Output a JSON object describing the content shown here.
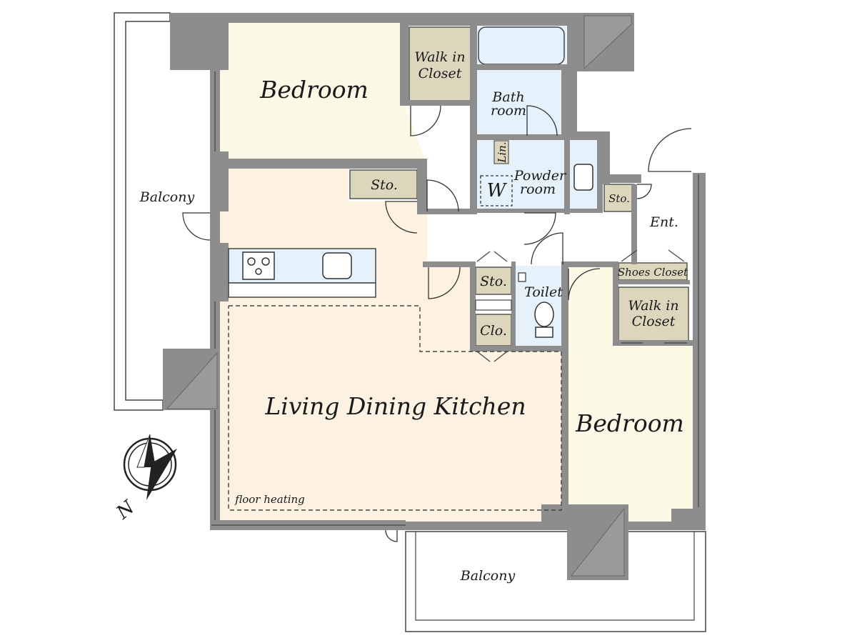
{
  "rooms": {
    "bedroom_north": "Bedroom",
    "bedroom_east": "Bedroom",
    "walk_in_closet_1_line1": "Walk in",
    "walk_in_closet_1_line2": "Closet",
    "walk_in_closet_2_line1": "Walk in",
    "walk_in_closet_2_line2": "Closet",
    "bathroom_line1": "Bath",
    "bathroom_line2": "room",
    "linen": "Lin.",
    "powder_line1": "Powder",
    "powder_line2": "room",
    "washer": "W",
    "storage_1": "Sto.",
    "storage_2": "Sto.",
    "storage_3": "Sto.",
    "entrance": "Ent.",
    "shoes_closet": "Shoes Closet",
    "toilet": "Toilet",
    "closet": "Clo.",
    "ldk": "Living Dining Kitchen",
    "floor_heating": "floor heating",
    "balcony_west": "Balcony",
    "balcony_south": "Balcony"
  },
  "compass": {
    "letter": "N"
  },
  "colors": {
    "bedroom": "#fbf8e6",
    "ldk": "#fdf1e1",
    "wet": "#e5f2fb",
    "storage": "#dcd6bd",
    "wall": "#8d8d8d"
  }
}
